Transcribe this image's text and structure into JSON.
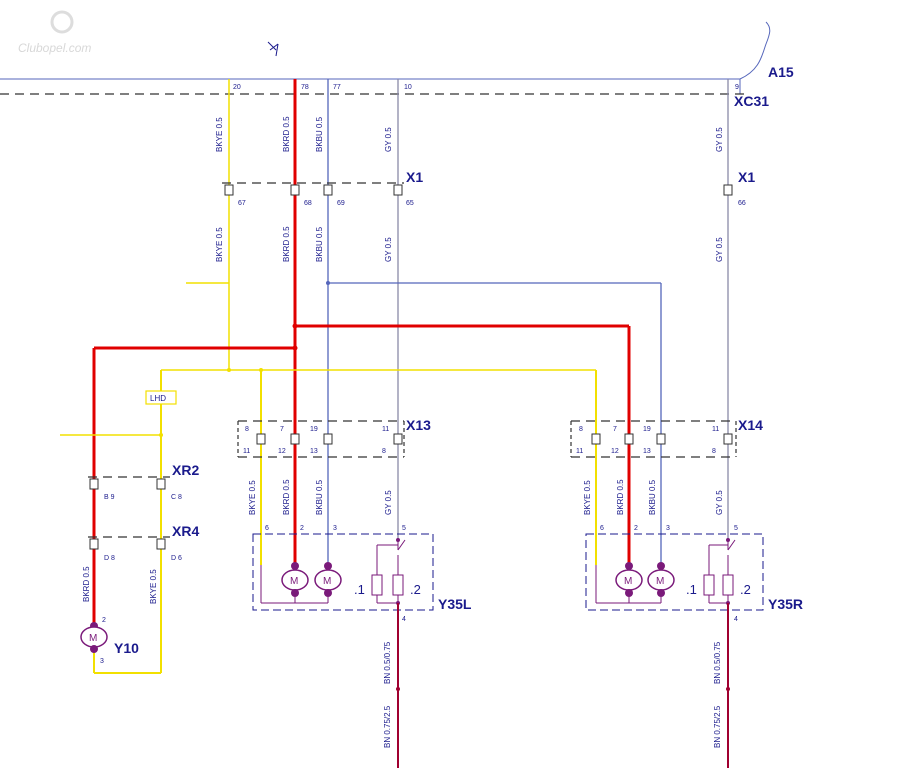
{
  "watermark": "Clubopel.com",
  "labels": {
    "a15": "A15",
    "xc31": "XC31",
    "x1_left": "X1",
    "x1_right": "X1",
    "x13": "X13",
    "x14": "X14",
    "xr2": "XR2",
    "xr4": "XR4",
    "y10": "Y10",
    "y35l": "Y35L",
    "y35r": "Y35R",
    "lhd": "LHD"
  },
  "pins": {
    "xc31_20": "20",
    "xc31_78": "78",
    "xc31_77": "77",
    "xc31_10": "10",
    "xc31_9": "9",
    "x1_67": "67",
    "x1_68": "68",
    "x1_69": "69",
    "x1_65": "65",
    "x1_66": "66",
    "x13_8": "8",
    "x13_7": "7",
    "x13_19": "19",
    "x13_11": "11",
    "x13_11b": "11",
    "x13_12": "12",
    "x13_13": "13",
    "x13_8b": "8",
    "x14_8": "8",
    "x14_7": "7",
    "x14_19": "19",
    "x14_11": "11",
    "x14_11b": "11",
    "x14_12": "12",
    "x14_13": "13",
    "x14_8b": "8",
    "xr2_b9": "B 9",
    "xr2_c8": "C 8",
    "xr4_d8": "D 8",
    "xr4_d6": "D 6",
    "y10_2": "2",
    "y10_3": "3",
    "y35l_6": "6",
    "y35l_2": "2",
    "y35l_3": "3",
    "y35l_5": "5",
    "y35l_4": "4",
    "y35r_6": "6",
    "y35r_2": "2",
    "y35r_3": "3",
    "y35r_5": "5",
    "y35r_4": "4"
  },
  "wires": {
    "bkye": "BKYE 0.5",
    "bkrd": "BKRD 0.5",
    "bkbu": "BKBU 0.5",
    "gy": "GY 0.5",
    "bn075": "BN 0.5/0.75",
    "bn25": "BN 0.75/2.5"
  },
  "contacts": {
    "c1": ".1",
    "c2": ".2",
    "motor": "M"
  },
  "colors": {
    "yellow": "#f2e000",
    "red": "#e00000",
    "blue": "#5566bb",
    "gray": "#8a8aa8",
    "brown": "#a00030",
    "navy": "#1a1a8c",
    "dash": "#333333",
    "motor": "#7a1a7a"
  }
}
